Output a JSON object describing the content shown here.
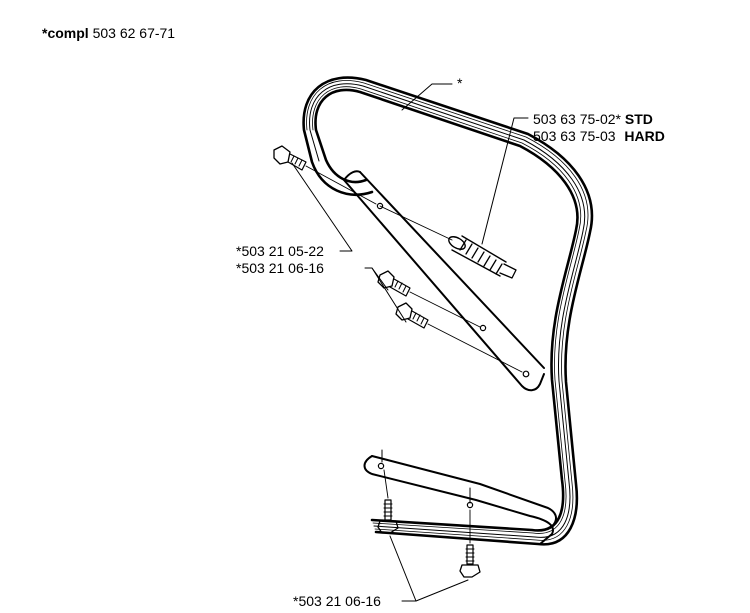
{
  "header": {
    "prefix": "*compl",
    "number": "503 62 67-71"
  },
  "labels": {
    "handle_star": "*",
    "damper_std_number": "503 63 75-02*",
    "damper_std_grade": "STD",
    "damper_hard_number": "503 63 75-03",
    "damper_hard_grade": "HARD",
    "bolt_long": "*503 21 05-22",
    "bolt_short": "*503 21 06-16",
    "bolt_bottom": "*503 21 06-16"
  }
}
